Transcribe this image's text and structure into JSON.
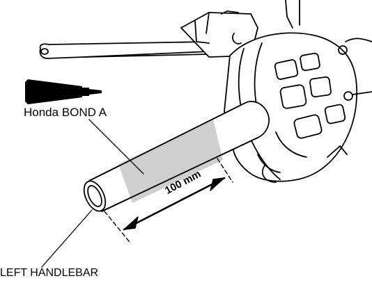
{
  "labels": {
    "adhesive": "Honda BOND A",
    "handlebar": "LEFT HANDLEBAR",
    "dimension": "100 mm"
  },
  "colors": {
    "line": "#000000",
    "adhesive_zone": "#cfcfcf",
    "background": "#ffffff"
  },
  "icons": {
    "adhesive_tube": "glue-tube-icon"
  }
}
